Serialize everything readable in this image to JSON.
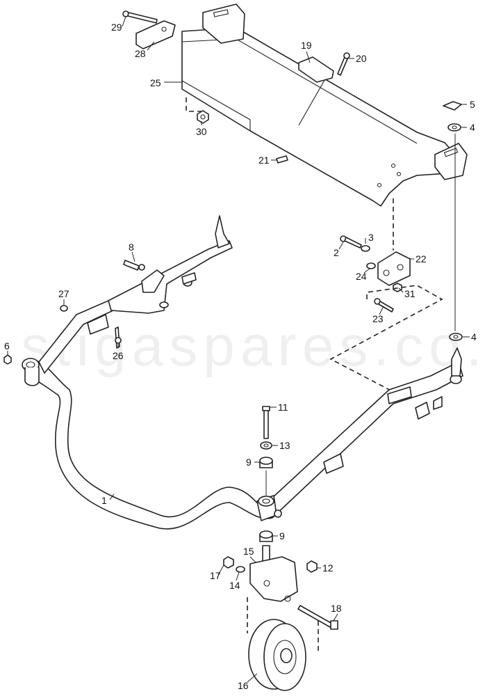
{
  "watermark": "stigaspares.co.uk",
  "callouts": [
    {
      "id": "c29",
      "label": "29"
    },
    {
      "id": "c28",
      "label": "28"
    },
    {
      "id": "c25",
      "label": "25"
    },
    {
      "id": "c30",
      "label": "30"
    },
    {
      "id": "c19",
      "label": "19"
    },
    {
      "id": "c20",
      "label": "20"
    },
    {
      "id": "c5",
      "label": "5"
    },
    {
      "id": "c4a",
      "label": "4"
    },
    {
      "id": "c21",
      "label": "21"
    },
    {
      "id": "c3",
      "label": "3"
    },
    {
      "id": "c2",
      "label": "2"
    },
    {
      "id": "c22",
      "label": "22"
    },
    {
      "id": "c24",
      "label": "24"
    },
    {
      "id": "c31",
      "label": "31"
    },
    {
      "id": "c23",
      "label": "23"
    },
    {
      "id": "c8",
      "label": "8"
    },
    {
      "id": "c27",
      "label": "27"
    },
    {
      "id": "c26",
      "label": "26"
    },
    {
      "id": "c6",
      "label": "6"
    },
    {
      "id": "c4b",
      "label": "4"
    },
    {
      "id": "c11",
      "label": "11"
    },
    {
      "id": "c13",
      "label": "13"
    },
    {
      "id": "c9a",
      "label": "9"
    },
    {
      "id": "c1",
      "label": "1"
    },
    {
      "id": "c9b",
      "label": "9"
    },
    {
      "id": "c15",
      "label": "15"
    },
    {
      "id": "c12",
      "label": "12"
    },
    {
      "id": "c17",
      "label": "17"
    },
    {
      "id": "c14",
      "label": "14"
    },
    {
      "id": "c18",
      "label": "18"
    },
    {
      "id": "c16",
      "label": "16"
    }
  ]
}
